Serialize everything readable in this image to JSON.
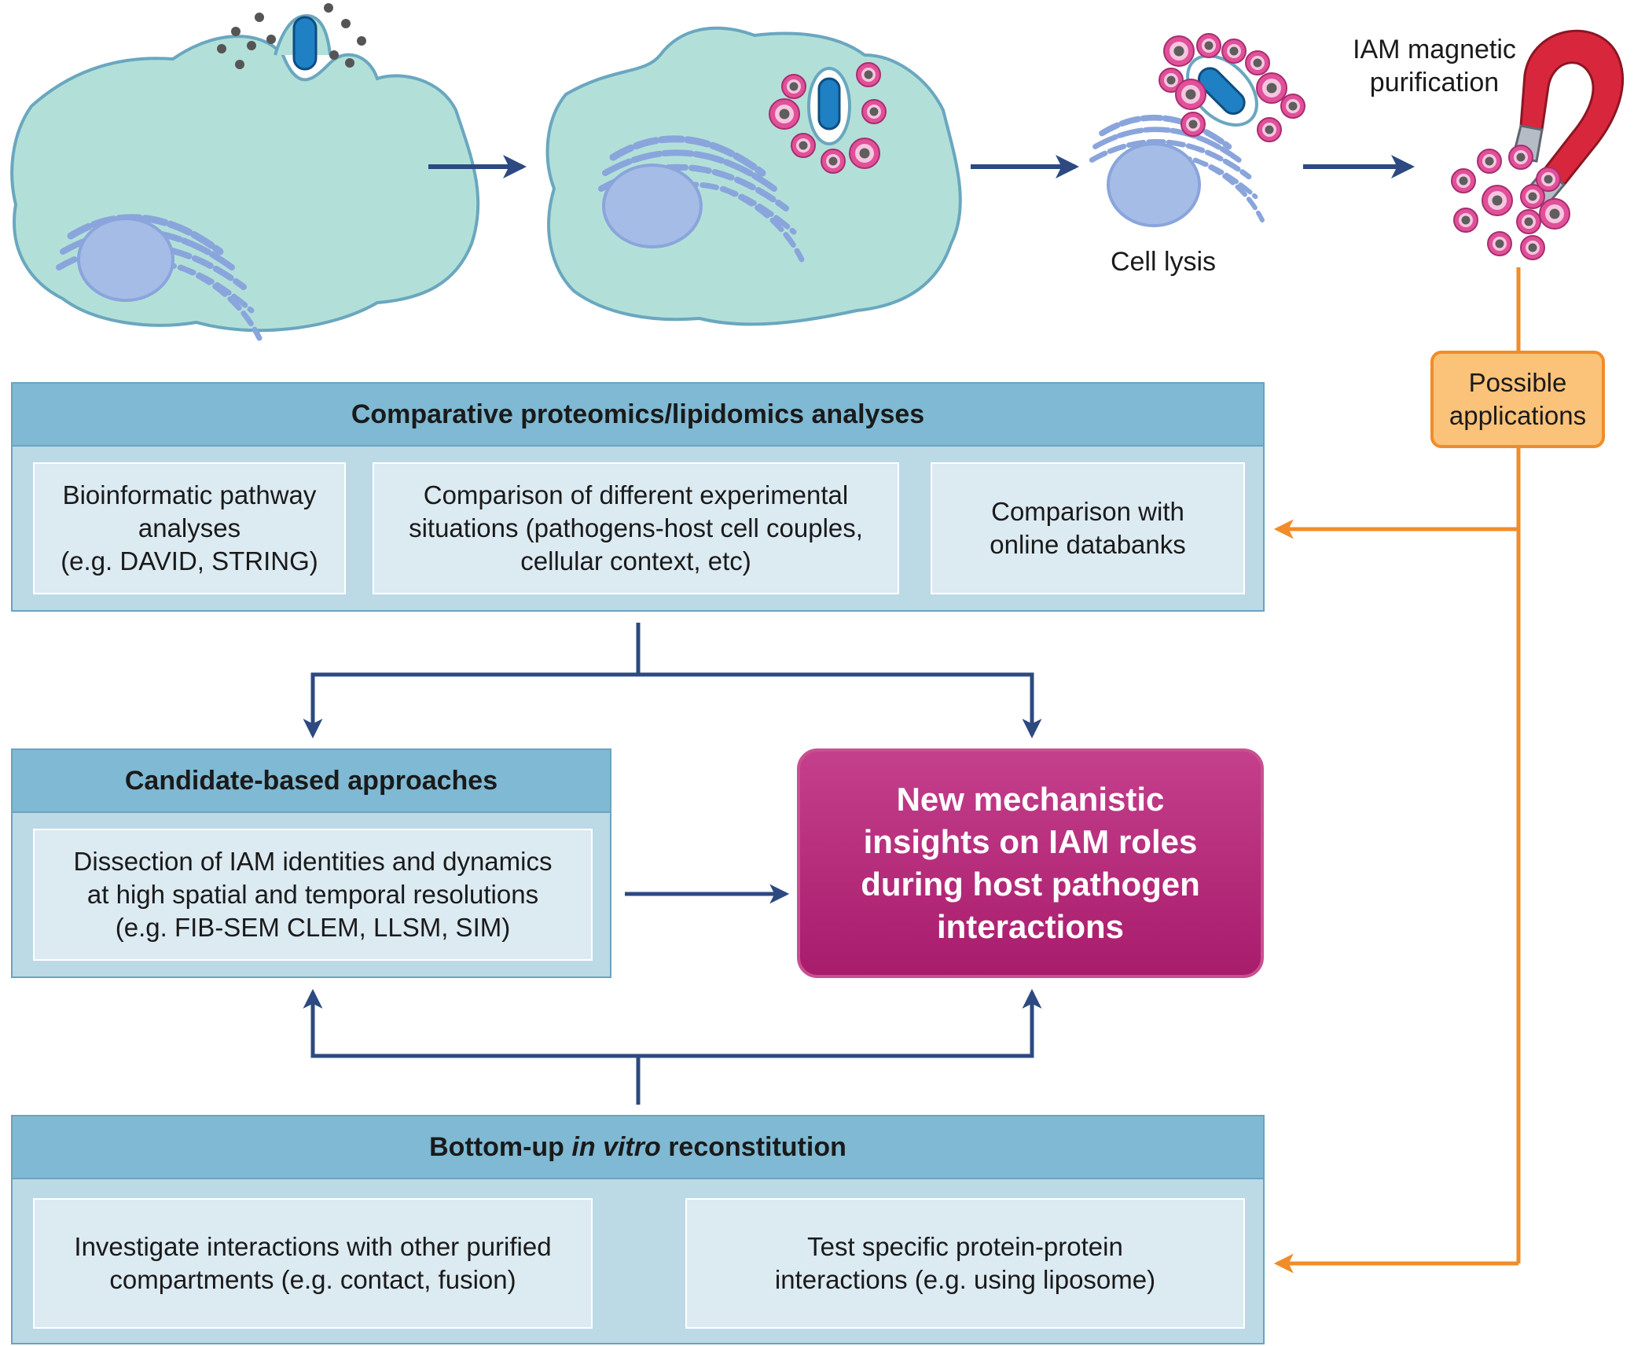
{
  "top": {
    "cell_lysis_label": "Cell lysis",
    "magnet_label_line1": "IAM magnetic",
    "magnet_label_line2": "purification"
  },
  "applications_label_line1": "Possible",
  "applications_label_line2": "applications",
  "proteomics": {
    "title": "Comparative proteomics/lipidomics analyses",
    "cells": [
      [
        "Bioinformatic pathway",
        "analyses",
        "(e.g. DAVID, STRING)"
      ],
      [
        "Comparison of different experimental",
        "situations (pathogens-host cell couples,",
        "cellular context, etc)"
      ],
      [
        "Comparison with",
        "online databanks"
      ]
    ]
  },
  "candidate": {
    "title": "Candidate-based approaches",
    "cell": [
      "Dissection of IAM identities and dynamics",
      "at high spatial and temporal resolutions",
      "(e.g. FIB-SEM CLEM, LLSM, SIM)"
    ]
  },
  "insight": [
    "New mechanistic",
    "insights on IAM roles",
    "during host pathogen",
    "interactions"
  ],
  "bottomup": {
    "title_prefix": "Bottom-up ",
    "title_italic": "in vitro",
    "title_suffix": " reconstitution",
    "cells": [
      [
        "Investigate interactions with other purified",
        "compartments (e.g. contact, fusion)"
      ],
      [
        "Test specific protein-protein",
        "interactions (e.g. using liposome)"
      ]
    ]
  },
  "colors": {
    "cell_fill": "#b2e0d9",
    "cell_border": "#6aa7bf",
    "flow_arrow": "#2c4a80",
    "orange_line": "#f08c2a",
    "vesicle_pink": "#e1509a",
    "magnet_red": "#d8273c"
  }
}
